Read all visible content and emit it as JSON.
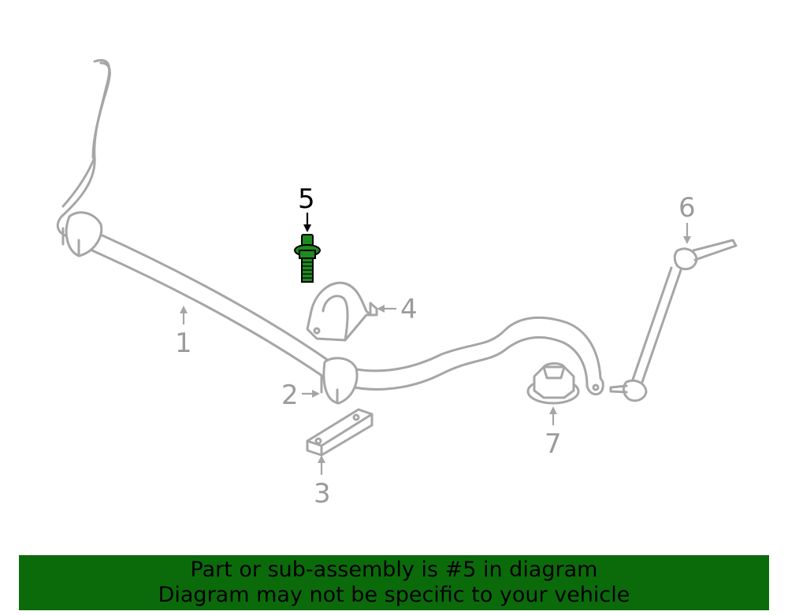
{
  "diagram": {
    "highlight_color": "#1f8a1f",
    "highlighted_part": "5",
    "callouts": [
      {
        "id": "1",
        "label": "1"
      },
      {
        "id": "2",
        "label": "2"
      },
      {
        "id": "3",
        "label": "3"
      },
      {
        "id": "4",
        "label": "4"
      },
      {
        "id": "5",
        "label": "5"
      },
      {
        "id": "6",
        "label": "6"
      },
      {
        "id": "7",
        "label": "7"
      }
    ]
  },
  "banner": {
    "background": "#0b6b0b",
    "line1": "Part or sub-assembly is #5 in diagram",
    "line2": "Diagram may not be specific to your vehicle"
  }
}
